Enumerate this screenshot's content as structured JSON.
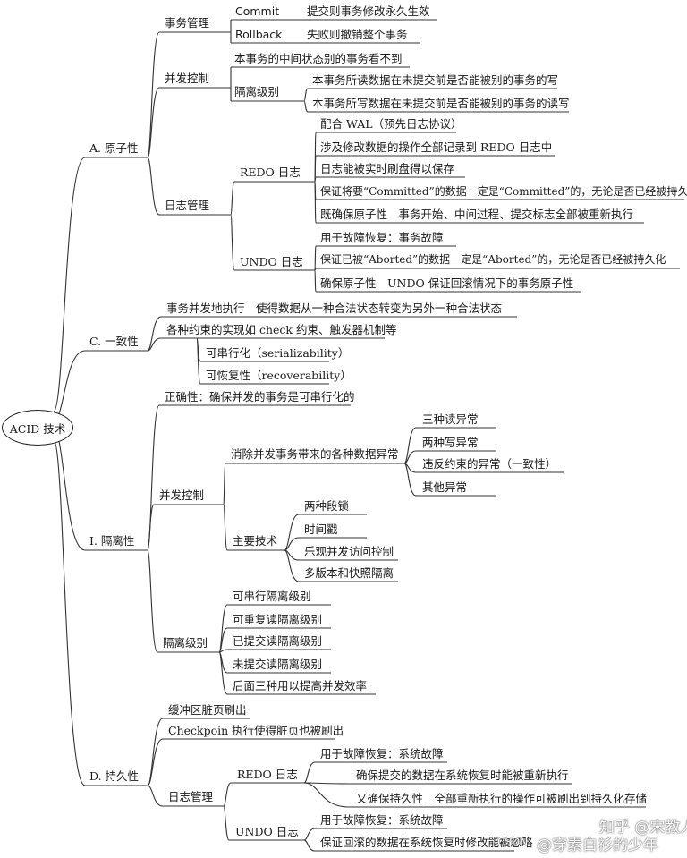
{
  "root": "ACID 技术",
  "atomicity": {
    "title": "A. 原子性",
    "txn_mgmt": {
      "title": "事务管理",
      "commit": "Commit",
      "commit_desc": "提交则事务修改永久生效",
      "rollback": "Rollback",
      "rollback_desc": "失败则撤销整个事务"
    },
    "concurrency": {
      "title": "并发控制",
      "invisible": "本事务的中间状态别的事务看不到",
      "isolation_level": "隔离级别",
      "iso_read": "本事务所读数据在未提交前是否能被别的事务的写",
      "iso_write": "本事务所写数据在未提交前是否能被别的事务的读写"
    },
    "log_mgmt": {
      "title": "日志管理",
      "redo": {
        "title": "REDO 日志",
        "items": [
          "配合 WAL（预先日志协议）",
          "涉及修改数据的操作全部记录到 REDO 日志中",
          "日志能被实时刷盘得以保存",
          "保证将要“Committed”的数据一定是“Committed”的，无论是否已经被持久化",
          "既确保原子性　事务开始、中间过程、提交标志全部被重新执行"
        ]
      },
      "undo": {
        "title": "UNDO 日志",
        "items": [
          "用于故障恢复：事务故障",
          "保证已被“Aborted”的数据一定是“Aborted”的，无论是否已经被持久化",
          "确保原子性　UNDO 保证回滚情况下的事务原子性"
        ]
      }
    }
  },
  "consistency": {
    "title": "C. 一致性",
    "items": [
      "事务并发地执行　使得数据从一种合法状态转变为另外一种合法状态",
      "各种约束的实现如 check 约束、触发器机制等"
    ],
    "sub": [
      "可串行化（serializability）",
      "可恢复性（recoverability）"
    ]
  },
  "isolation": {
    "title": "I. 隔离性",
    "correctness": "正确性：确保并发的事务是可串行化的",
    "concurrency": {
      "title": "并发控制",
      "anomalies": {
        "title": "消除并发事务带来的各种数据异常",
        "items": [
          "三种读异常",
          "两种写异常",
          "违反约束的异常（一致性）",
          "其他异常"
        ]
      },
      "techniques": {
        "title": "主要技术",
        "items": [
          "两种段锁",
          "时间戳",
          "乐观并发访问控制",
          "多版本和快照隔离"
        ]
      }
    },
    "levels": {
      "title": "隔离级别",
      "items": [
        "可串行隔离级别",
        "可重复读隔离级别",
        "已提交读隔离级别",
        "未提交读隔离级别",
        "后面三种用以提高并发效率"
      ]
    }
  },
  "durability": {
    "title": "D. 持久性",
    "items": [
      "缓冲区脏页刷出",
      "Checkpoin 执行使得脏页也被刷出"
    ],
    "log_mgmt": {
      "title": "日志管理",
      "redo": {
        "title": "REDO 日志",
        "items": [
          "用于故障恢复：系统故障",
          "确保提交的数据在系统恢复时能被重新执行",
          "又确保持久性　全部重新执行的操作可被刷出到持久化存储"
        ]
      },
      "undo": {
        "title": "UNDO 日志",
        "items": [
          "用于故障恢复：系统故障",
          "保证回滚的数据在系统恢复时修改能被忽略"
        ]
      }
    }
  },
  "watermark": {
    "csdn": "CSDN",
    "zhihu": "知乎 @宋教人",
    "author": "@穿素白衫的少年"
  }
}
